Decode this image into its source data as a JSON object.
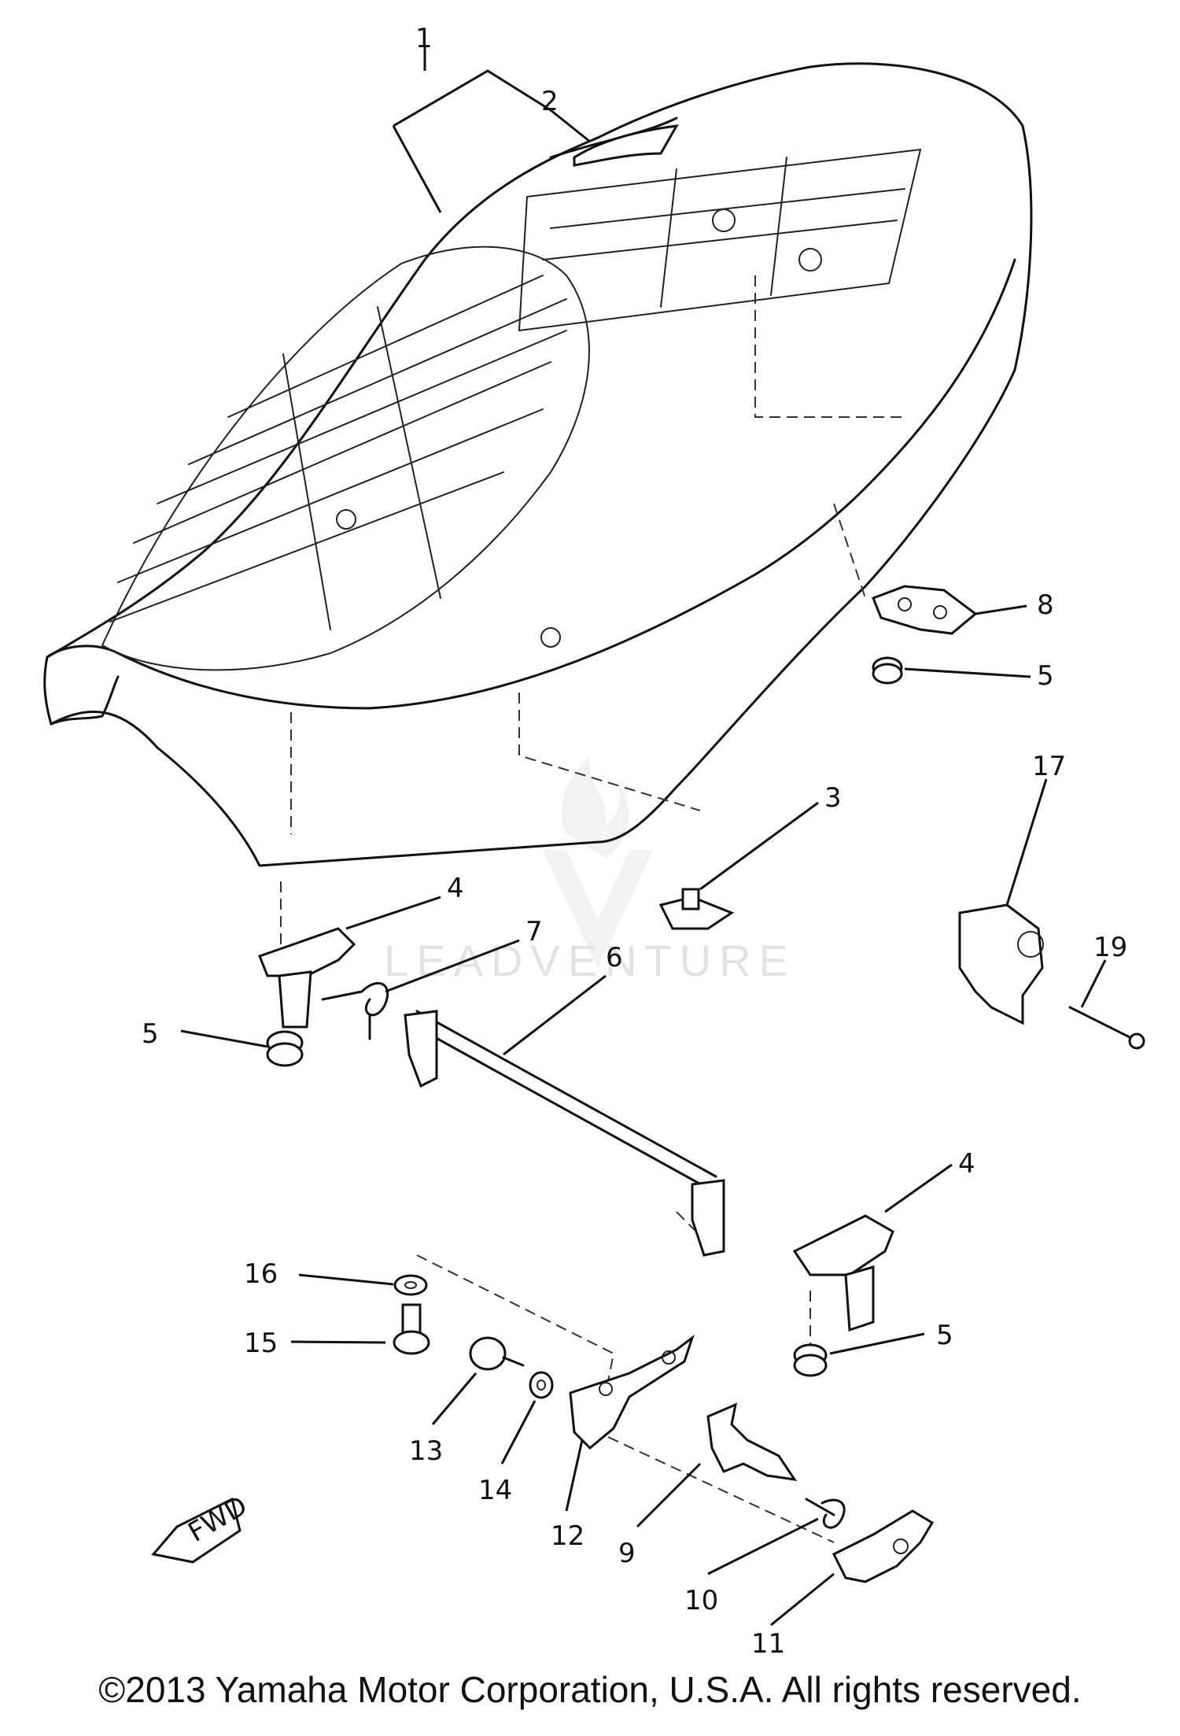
{
  "callouts": {
    "c1": "1",
    "c2": "2",
    "c3": "3",
    "c4a": "4",
    "c4b": "4",
    "c5a": "5",
    "c5b": "5",
    "c5c": "5",
    "c6": "6",
    "c7": "7",
    "c8": "8",
    "c9": "9",
    "c10": "10",
    "c11": "11",
    "c12": "12",
    "c13": "13",
    "c14": "14",
    "c15": "15",
    "c16": "16",
    "c17": "17",
    "c19": "19"
  },
  "fwd_label": "FWD",
  "watermark": "LEADVENTURE",
  "copyright": "©2013 Yamaha Motor Corporation, U.S.A. All rights reserved."
}
